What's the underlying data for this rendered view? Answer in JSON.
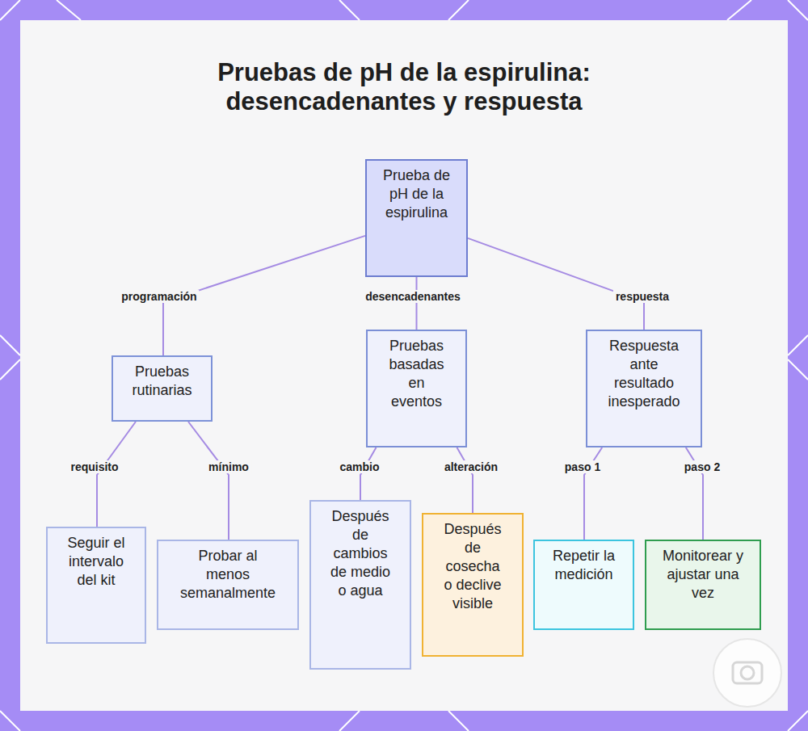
{
  "diagram": {
    "title": "Pruebas de pH de la espirulina: desencadenantes y respuesta",
    "nodes": [
      {
        "text": [
          "Prueba de pH de la espirulina"
        ]
      },
      {
        "text": [
          "Pruebas rutinarias"
        ]
      },
      {
        "text": [
          "Pruebas basadas en eventos"
        ]
      },
      {
        "text": [
          "Respuesta ante resultado inesperado"
        ]
      },
      {
        "text": [
          "Seguir el intervalo del kit"
        ]
      },
      {
        "text": [
          "Probar al menos semanalmente"
        ]
      },
      {
        "text": [
          "Después de cambios de medio o agua"
        ]
      },
      {
        "text": [
          "Después de cosecha o declive visible"
        ]
      },
      {
        "text": [
          "Repetir la medición"
        ]
      },
      {
        "text": [
          "Monitorear y ajustar una vez"
        ]
      }
    ],
    "edges": [
      {
        "from": 0,
        "to": 1,
        "label": "programación",
        "arrow": "none"
      },
      {
        "from": 0,
        "to": 2,
        "label": "desencadenantes",
        "arrow": "none"
      },
      {
        "from": 0,
        "to": 3,
        "label": "respuesta",
        "arrow": "none"
      },
      {
        "from": 1,
        "to": 4,
        "label": "requisito",
        "arrow": "none"
      },
      {
        "from": 1,
        "to": 5,
        "label": "mínimo",
        "arrow": "none"
      },
      {
        "from": 2,
        "to": 6,
        "label": "cambio",
        "arrow": "none"
      },
      {
        "from": 2,
        "to": 7,
        "label": "alteración",
        "arrow": "none"
      },
      {
        "from": 3,
        "to": 8,
        "label": "paso 1",
        "arrow": "none"
      },
      {
        "from": 3,
        "to": 9,
        "label": "paso 2",
        "arrow": "none"
      }
    ]
  }
}
